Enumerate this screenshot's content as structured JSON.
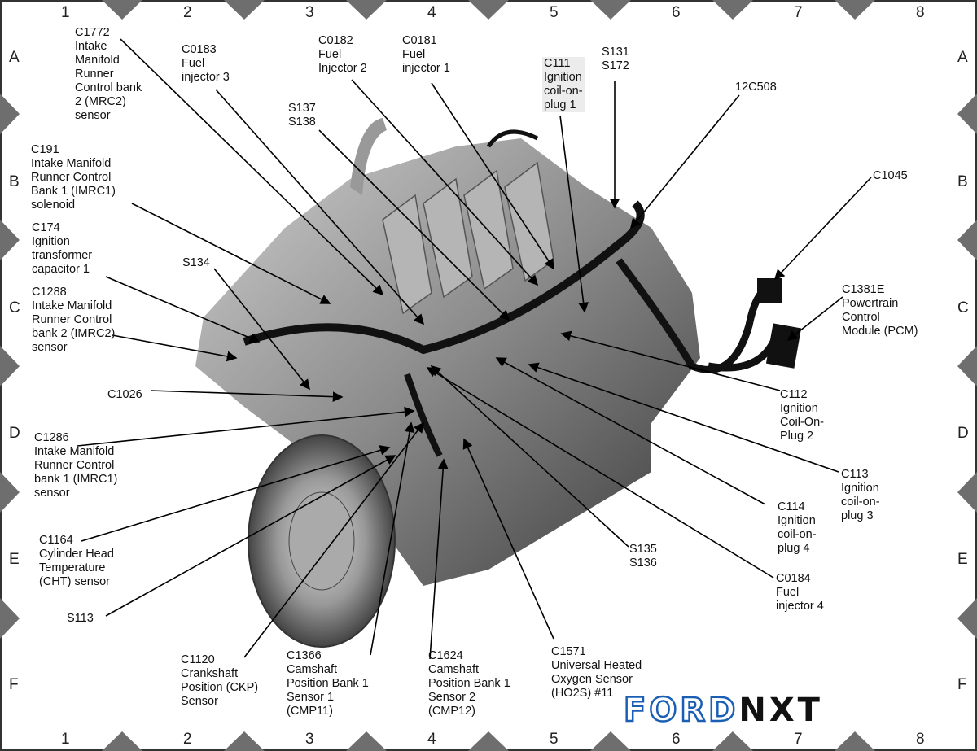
{
  "grid": {
    "columns": [
      "1",
      "2",
      "3",
      "4",
      "5",
      "6",
      "7",
      "8"
    ],
    "rows": [
      "A",
      "B",
      "C",
      "D",
      "E",
      "F"
    ]
  },
  "labels": {
    "c1772": "C1772\nIntake\nManifold\nRunner\nControl bank\n2 (MRC2)\nsensor",
    "c0183": "C0183\nFuel\ninjector 3",
    "c0182": "C0182\nFuel\nInjector 2",
    "c0181": "C0181\nFuel\ninjector 1",
    "c111": "C111\nIgnition\ncoil-on-\nplug 1",
    "s131": "S131\nS172",
    "c12c508": "12C508",
    "s137": "S137\nS138",
    "c191": "C191\nIntake Manifold\nRunner Control\nBank 1 (IMRC1)\nsolenoid",
    "c1045": "C1045",
    "c174": "C174\nIgnition\ntransformer\ncapacitor 1",
    "s134": "S134",
    "c1288": "C1288\nIntake Manifold\nRunner Control\nbank 2 (IMRC2)\nsensor",
    "c1381e": "C1381E\nPowertrain\nControl\nModule (PCM)",
    "c1026": "C1026",
    "c112": "C112\nIgnition\nCoil-On-\nPlug 2",
    "c1286": "C1286\nIntake Manifold\nRunner Control\nbank 1 (IMRC1)\nsensor",
    "c113": "C113\nIgnition\ncoil-on-\nplug 3",
    "c114": "C114\nIgnition\ncoil-on-\nplug 4",
    "c1164": "C1164\nCylinder Head\nTemperature\n(CHT) sensor",
    "s135": "S135\nS136",
    "c0184": "C0184\nFuel\ninjector 4",
    "s113": "S113",
    "c1120": "C1120\nCrankshaft\nPosition (CKP)\nSensor",
    "c1366": "C1366\nCamshaft\nPosition Bank 1\nSensor 1\n(CMP11)",
    "c1624": "C1624\nCamshaft\nPosition Bank 1\nSensor 2\n(CMP12)",
    "c1571": "C1571\nUniversal Heated\nOxygen Sensor\n(HO2S) #11"
  },
  "logo": {
    "part1": "FORD",
    "part2": "NXT"
  },
  "colors": {
    "notch": "#6e6e6e",
    "logo_blue": "#1a5fb4"
  }
}
